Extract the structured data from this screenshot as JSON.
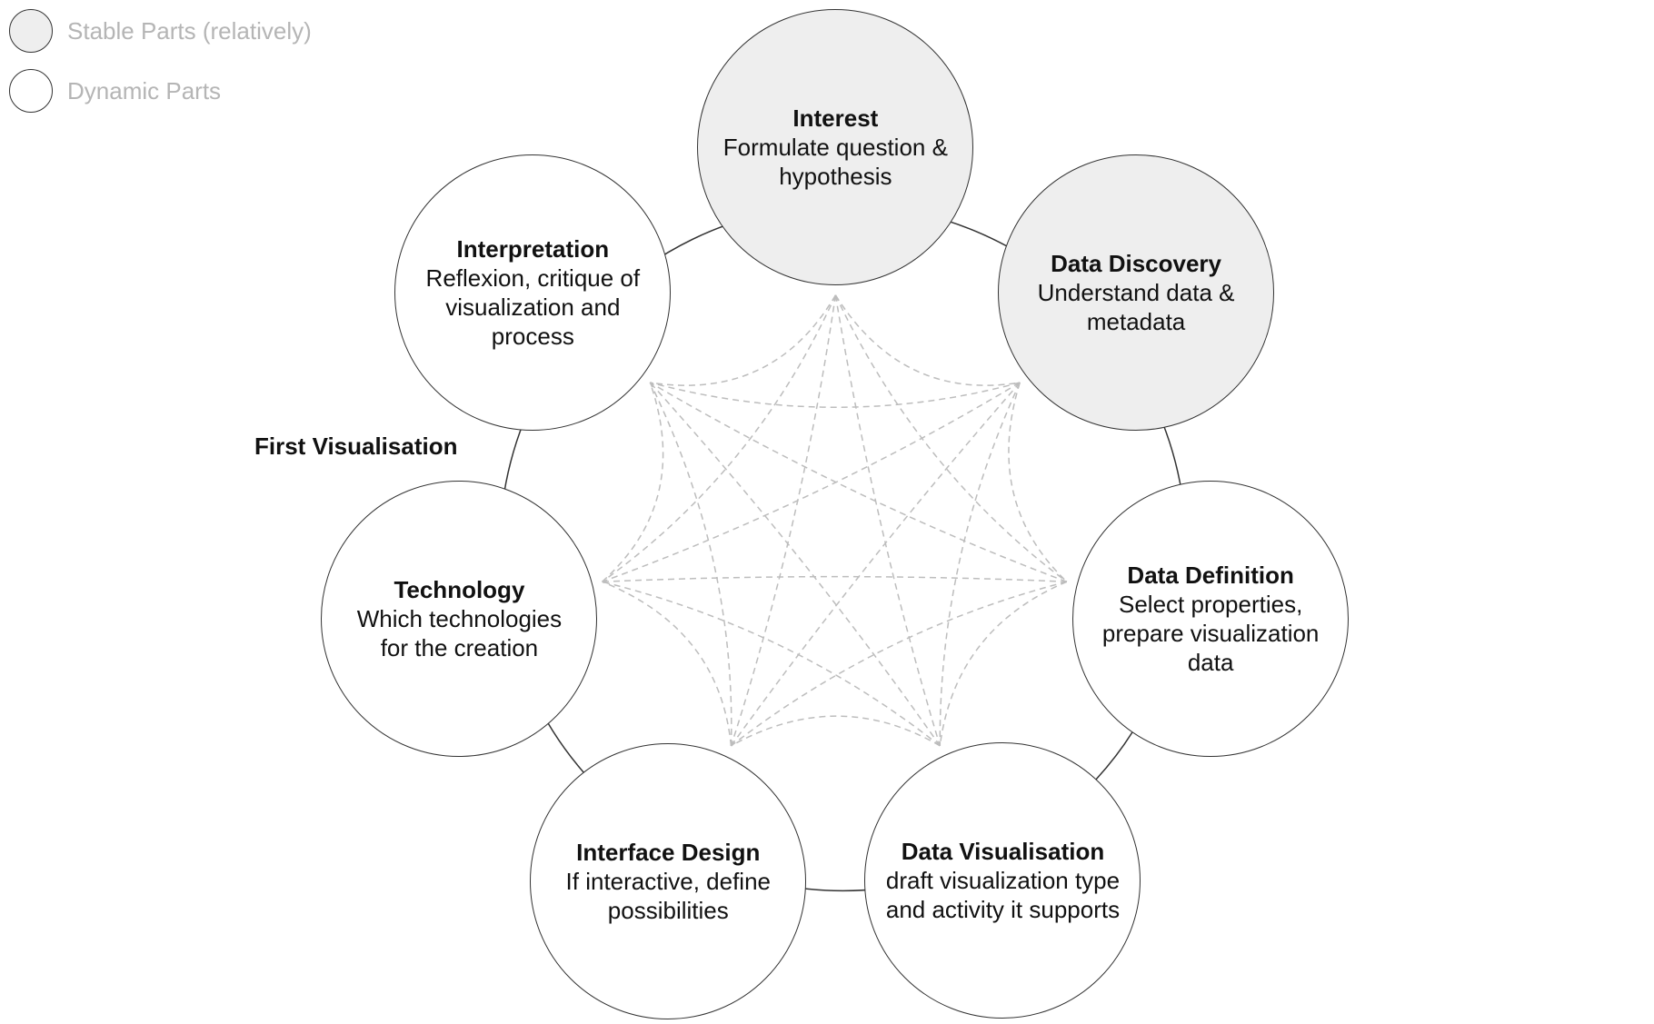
{
  "legend": {
    "stable_label": "Stable Parts (relatively)",
    "dynamic_label": "Dynamic Parts",
    "stable_fill": "#eeeeee",
    "dynamic_fill": "#ffffff"
  },
  "annotation": {
    "first_visualisation": "First Visualisation"
  },
  "nodes": [
    {
      "title": "Interest",
      "description": "Formulate question & hypothesis",
      "stable": true
    },
    {
      "title": "Data Discovery",
      "description": "Understand data & metadata",
      "stable": true
    },
    {
      "title": "Data Definition",
      "description": "Select properties, prepare visualization data",
      "stable": false
    },
    {
      "title": "Data Visualisation",
      "description": "draft visualization type and activity it supports",
      "stable": false
    },
    {
      "title": "Interface Design",
      "description": "If interactive, define possibilities",
      "stable": false
    },
    {
      "title": "Technology",
      "description": "Which technologies for the creation",
      "stable": false
    },
    {
      "title": "Interpretation",
      "description": "Reflexion, critique of visualization and process",
      "stable": false
    }
  ],
  "colors": {
    "stroke": "#333333",
    "dashed_links": "#bdbdbd",
    "legend_text": "#b5b5b5"
  }
}
